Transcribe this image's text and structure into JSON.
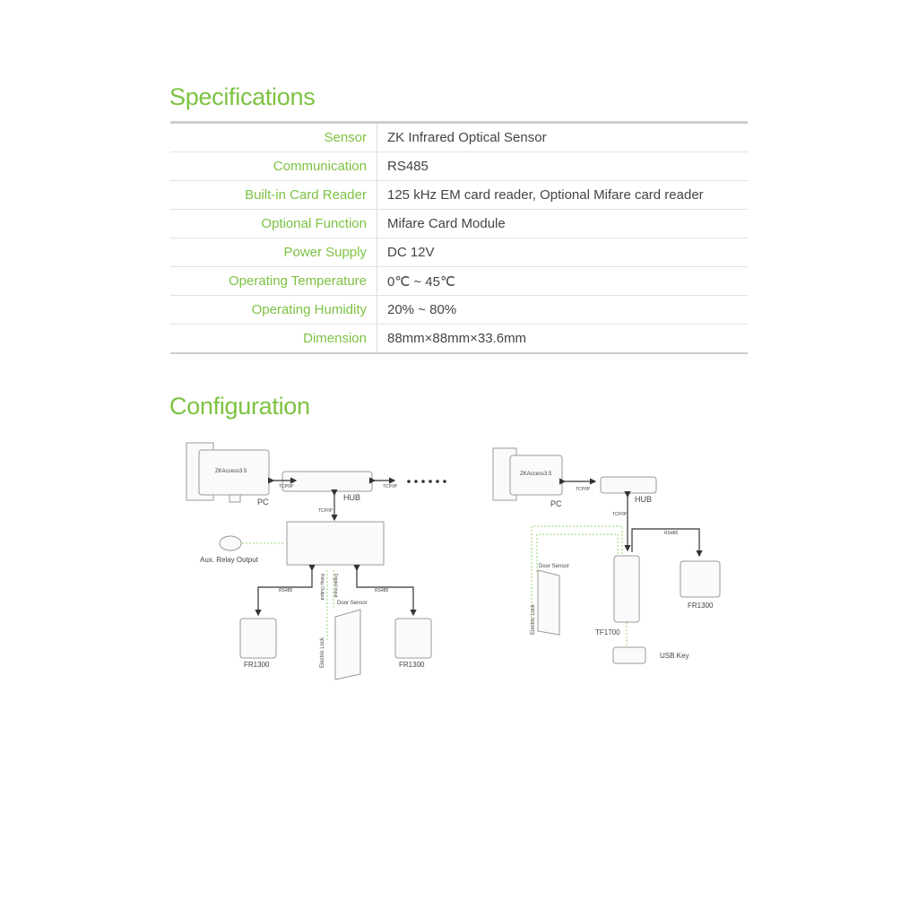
{
  "specifications": {
    "title": "Specifications",
    "rows": [
      {
        "label": "Sensor",
        "value": "ZK Infrared Optical Sensor"
      },
      {
        "label": "Communication",
        "value": "RS485"
      },
      {
        "label": "Built-in Card Reader",
        "value": "125 kHz EM card reader, Optional Mifare card reader"
      },
      {
        "label": "Optional Function",
        "value": "Mifare Card Module"
      },
      {
        "label": "Power Supply",
        "value": "DC 12V"
      },
      {
        "label": "Operating Temperature",
        "value": "0℃ ~ 45℃"
      },
      {
        "label": "Operating Humidity",
        "value": "20% ~ 80%"
      },
      {
        "label": "Dimension",
        "value": "88mm×88mm×33.6mm"
      }
    ]
  },
  "configuration": {
    "title": "Configuration",
    "diagram1": {
      "software": "ZKAccess3.5",
      "pc": "PC",
      "hub": "HUB",
      "tcpip": "TCP/IP",
      "aux": "Aux. Relay Output",
      "rs485": "RS485",
      "relay_output": "Relay Output",
      "digital_input": "Digital Input",
      "door_sensor": "Door Sensor",
      "electric_lock": "Electric Lock",
      "reader": "FR1300"
    },
    "diagram2": {
      "software": "ZKAccess3.5",
      "pc": "PC",
      "hub": "HUB",
      "tcpip": "TCP/IP",
      "rs485": "RS485",
      "door_sensor": "Door Sensor",
      "electric_lock": "Electric Lock",
      "device": "TF1700",
      "reader": "FR1300",
      "usb": "USB Key"
    }
  },
  "colors": {
    "accent": "#7dc242"
  }
}
